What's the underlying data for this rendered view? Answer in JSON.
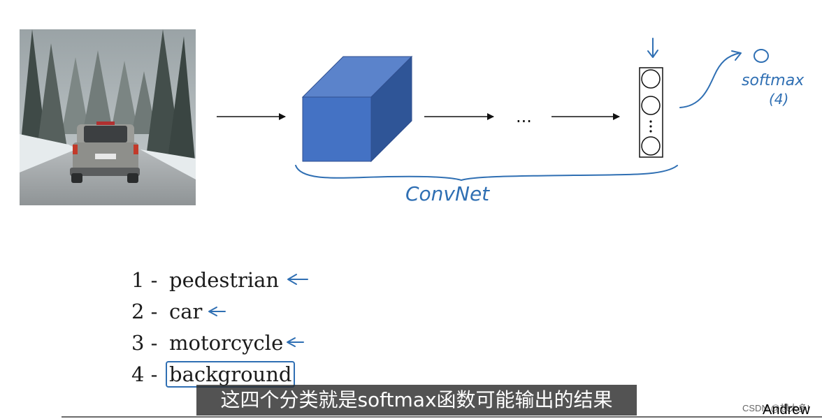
{
  "diagram": {
    "ellipsis": "...",
    "handwritten": {
      "bracket_label": "ConvNet",
      "softmax_label": "softmax",
      "softmax_count": "(4)"
    },
    "classes": [
      {
        "number": "1 -",
        "label": "pedestrian"
      },
      {
        "number": "2 -",
        "label": "car"
      },
      {
        "number": "3 -",
        "label": "motorcycle"
      },
      {
        "number": "4 -",
        "label": "background"
      }
    ],
    "colors": {
      "cube_front": "#4472c4",
      "cube_top": "#5b83cb",
      "cube_side": "#2f5597",
      "ink": "#2f6fb3"
    }
  },
  "subtitle": "这四个分类就是softmax函数可能输出的结果",
  "watermark": "CSDN @想太多!",
  "presenter": "Andrew"
}
